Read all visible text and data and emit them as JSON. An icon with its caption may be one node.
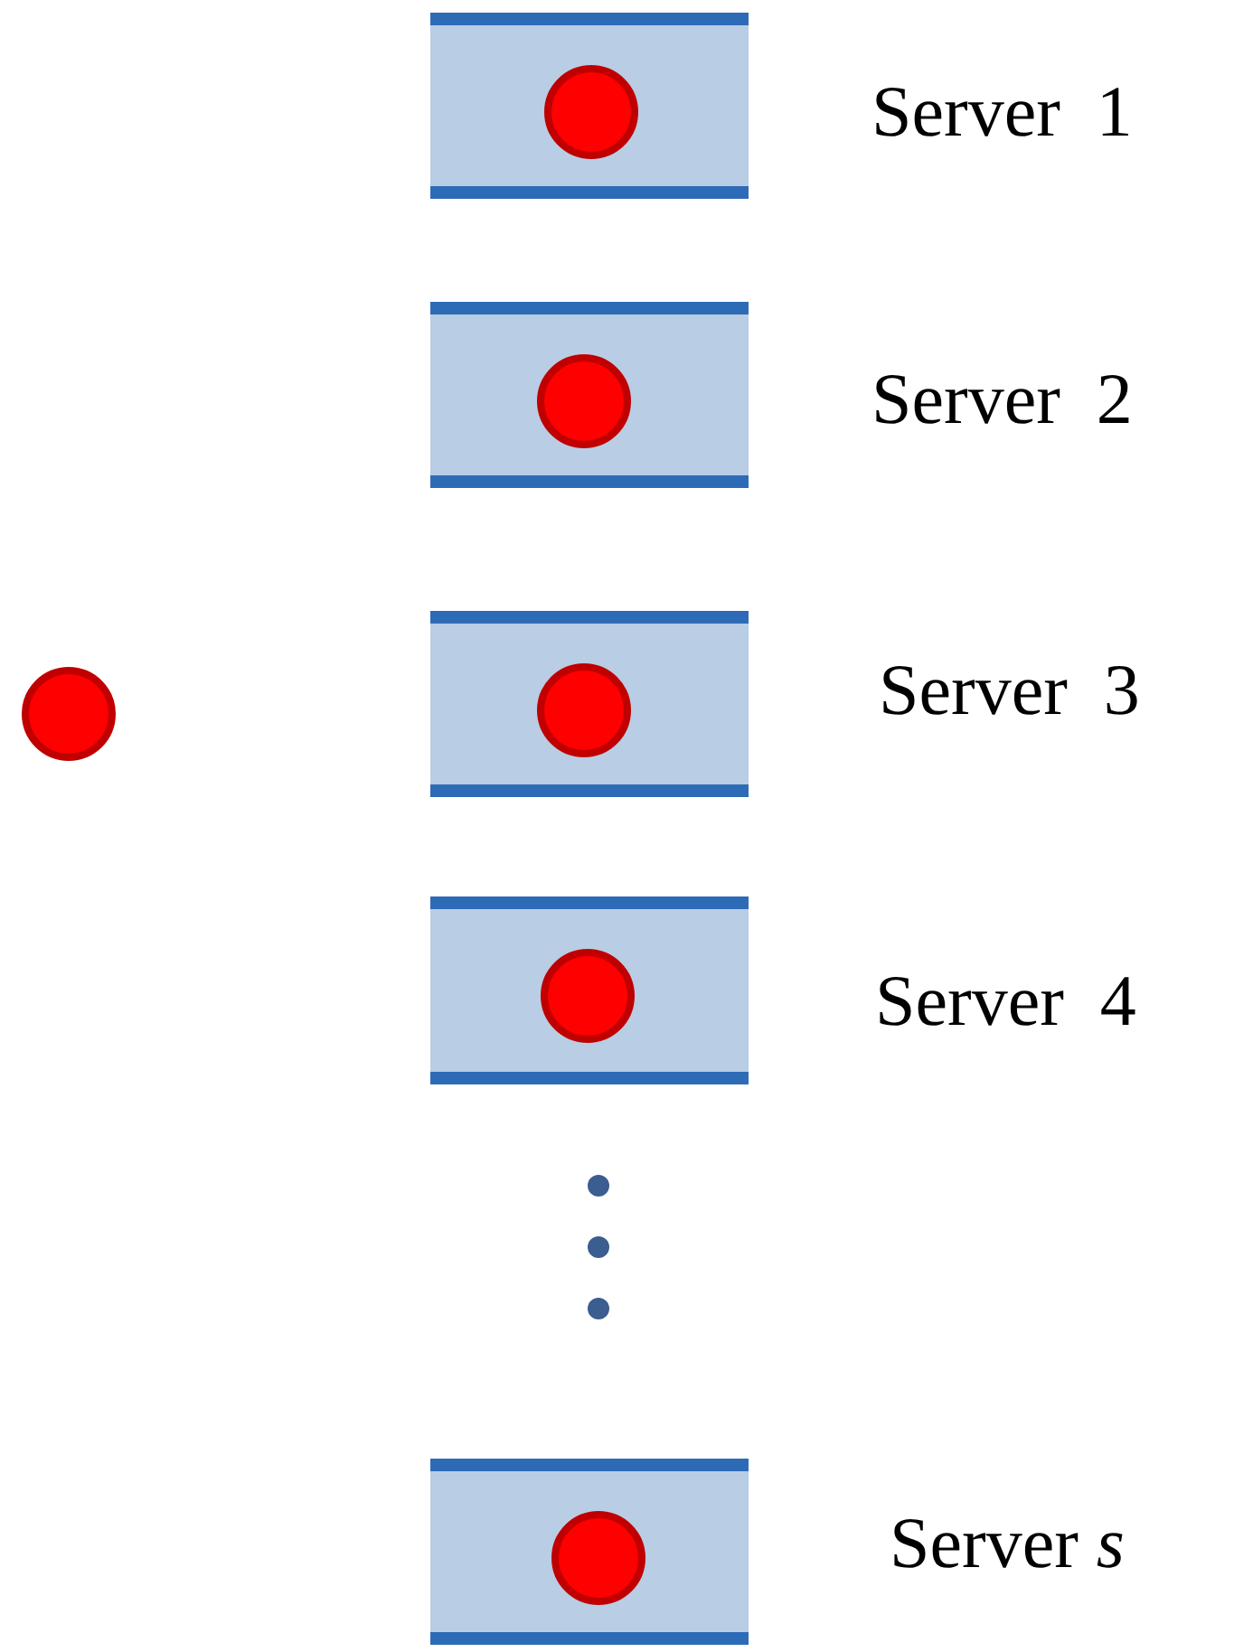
{
  "diagram": {
    "nodes": [
      {
        "text": [],
        "shape": "circle"
      },
      {
        "text": [],
        "shape": "box",
        "beside": [
          "Server  1"
        ]
      },
      {
        "text": [],
        "shape": "circle",
        "in": 1
      },
      {
        "text": [],
        "shape": "box",
        "beside": [
          "Server  2"
        ]
      },
      {
        "text": [],
        "shape": "circle",
        "in": 3
      },
      {
        "text": [],
        "shape": "box",
        "beside": [
          "Server  3"
        ]
      },
      {
        "text": [],
        "shape": "circle",
        "in": 5
      },
      {
        "text": [],
        "shape": "box",
        "beside": [
          "Server  4"
        ]
      },
      {
        "text": [],
        "shape": "circle",
        "in": 7
      },
      {
        "text": [],
        "shape": "box",
        "beside": [
          "Server *s*"
        ]
      },
      {
        "text": [],
        "shape": "circle",
        "in": 9
      }
    ]
  }
}
